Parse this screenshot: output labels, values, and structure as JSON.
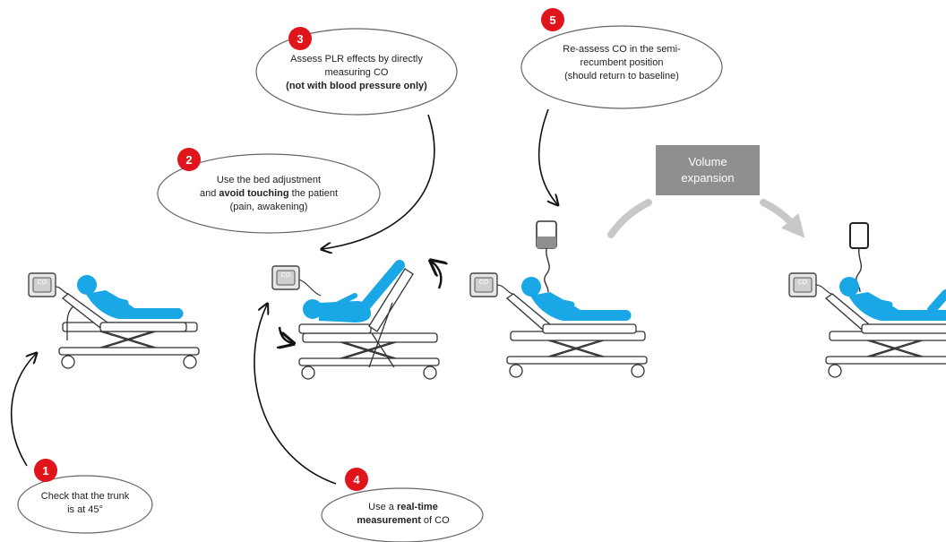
{
  "steps": {
    "s1": {
      "number": "1",
      "line1": "Check that the trunk",
      "line2": "is at 45°"
    },
    "s2": {
      "number": "2",
      "line1": "Use the bed adjustment",
      "line2_pre": "and ",
      "line2_bold": "avoid touching",
      "line2_post": " the patient",
      "line3": "(pain, awakening)"
    },
    "s3": {
      "number": "3",
      "line1": "Assess PLR effects by directly",
      "line2": "measuring CO",
      "line3": "(not with blood pressure only)"
    },
    "s4": {
      "number": "4",
      "line1_pre": "Use a ",
      "line1_bold": "real-time",
      "line2_bold": "measurement",
      "line2_post": " of CO"
    },
    "s5": {
      "number": "5",
      "line1": "Re-assess CO in the semi-",
      "line2": "recumbent position",
      "line3": "(should return to baseline)"
    }
  },
  "volume_expansion": {
    "line1": "Volume",
    "line2": "expansion"
  },
  "monitor_label": "CO",
  "colors": {
    "patient": "#1aa7e6",
    "badge": "#e0141b",
    "box": "#8f8f8f",
    "grey_arrow": "#c8c8c8"
  }
}
